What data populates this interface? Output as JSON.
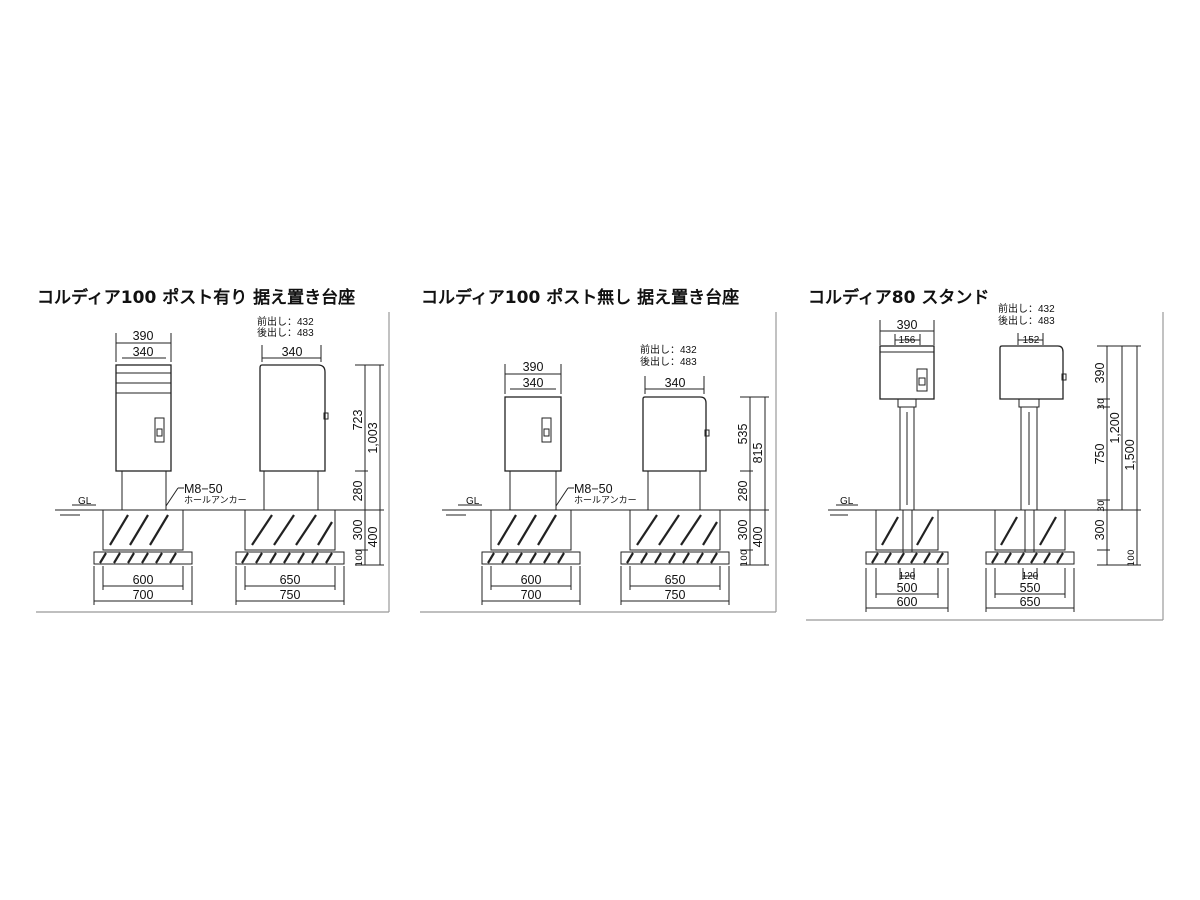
{
  "panels": [
    {
      "title": "コルディア100 ポスト有り 据え置き台座",
      "front": {
        "top_outer": "390",
        "top_inner": "340",
        "bottom_inner": "600",
        "bottom_outer": "700"
      },
      "side": {
        "front_offset": "前出し：432",
        "back_offset": "後出し：483",
        "top_width": "340",
        "bottom_inner": "650",
        "bottom_outer": "750"
      },
      "heights": {
        "body": "723",
        "total": "1,003",
        "post": "280",
        "base": "300",
        "base_total": "400",
        "base_bottom": "100"
      },
      "anchor": {
        "bolt": "M8−50",
        "label": "ホールアンカー"
      },
      "ground": "GL"
    },
    {
      "title": "コルディア100 ポスト無し 据え置き台座",
      "front": {
        "top_outer": "390",
        "top_inner": "340",
        "bottom_inner": "600",
        "bottom_outer": "700"
      },
      "side": {
        "front_offset": "前出し：432",
        "back_offset": "後出し：483",
        "top_width": "340",
        "bottom_inner": "650",
        "bottom_outer": "750"
      },
      "heights": {
        "body": "535",
        "total": "815",
        "post": "280",
        "base": "300",
        "base_total": "400",
        "base_bottom": "100"
      },
      "anchor": {
        "bolt": "M8−50",
        "label": "ホールアンカー"
      },
      "ground": "GL"
    },
    {
      "title": "コルディア80 スタンド",
      "front": {
        "top_outer": "390",
        "top_inner": "156",
        "pole": "120",
        "bottom_inner": "500",
        "bottom_outer": "600"
      },
      "side": {
        "front_offset": "前出し：432",
        "back_offset": "後出し：483",
        "top_inner": "152",
        "pole": "120",
        "bottom_inner": "550",
        "bottom_outer": "650"
      },
      "heights": {
        "box": "390",
        "gap": "30",
        "pole": "750",
        "pole_gl": "30",
        "mid_total": "1,200",
        "total": "1,500",
        "base": "300",
        "base_bottom": "100"
      },
      "ground": "GL"
    }
  ]
}
